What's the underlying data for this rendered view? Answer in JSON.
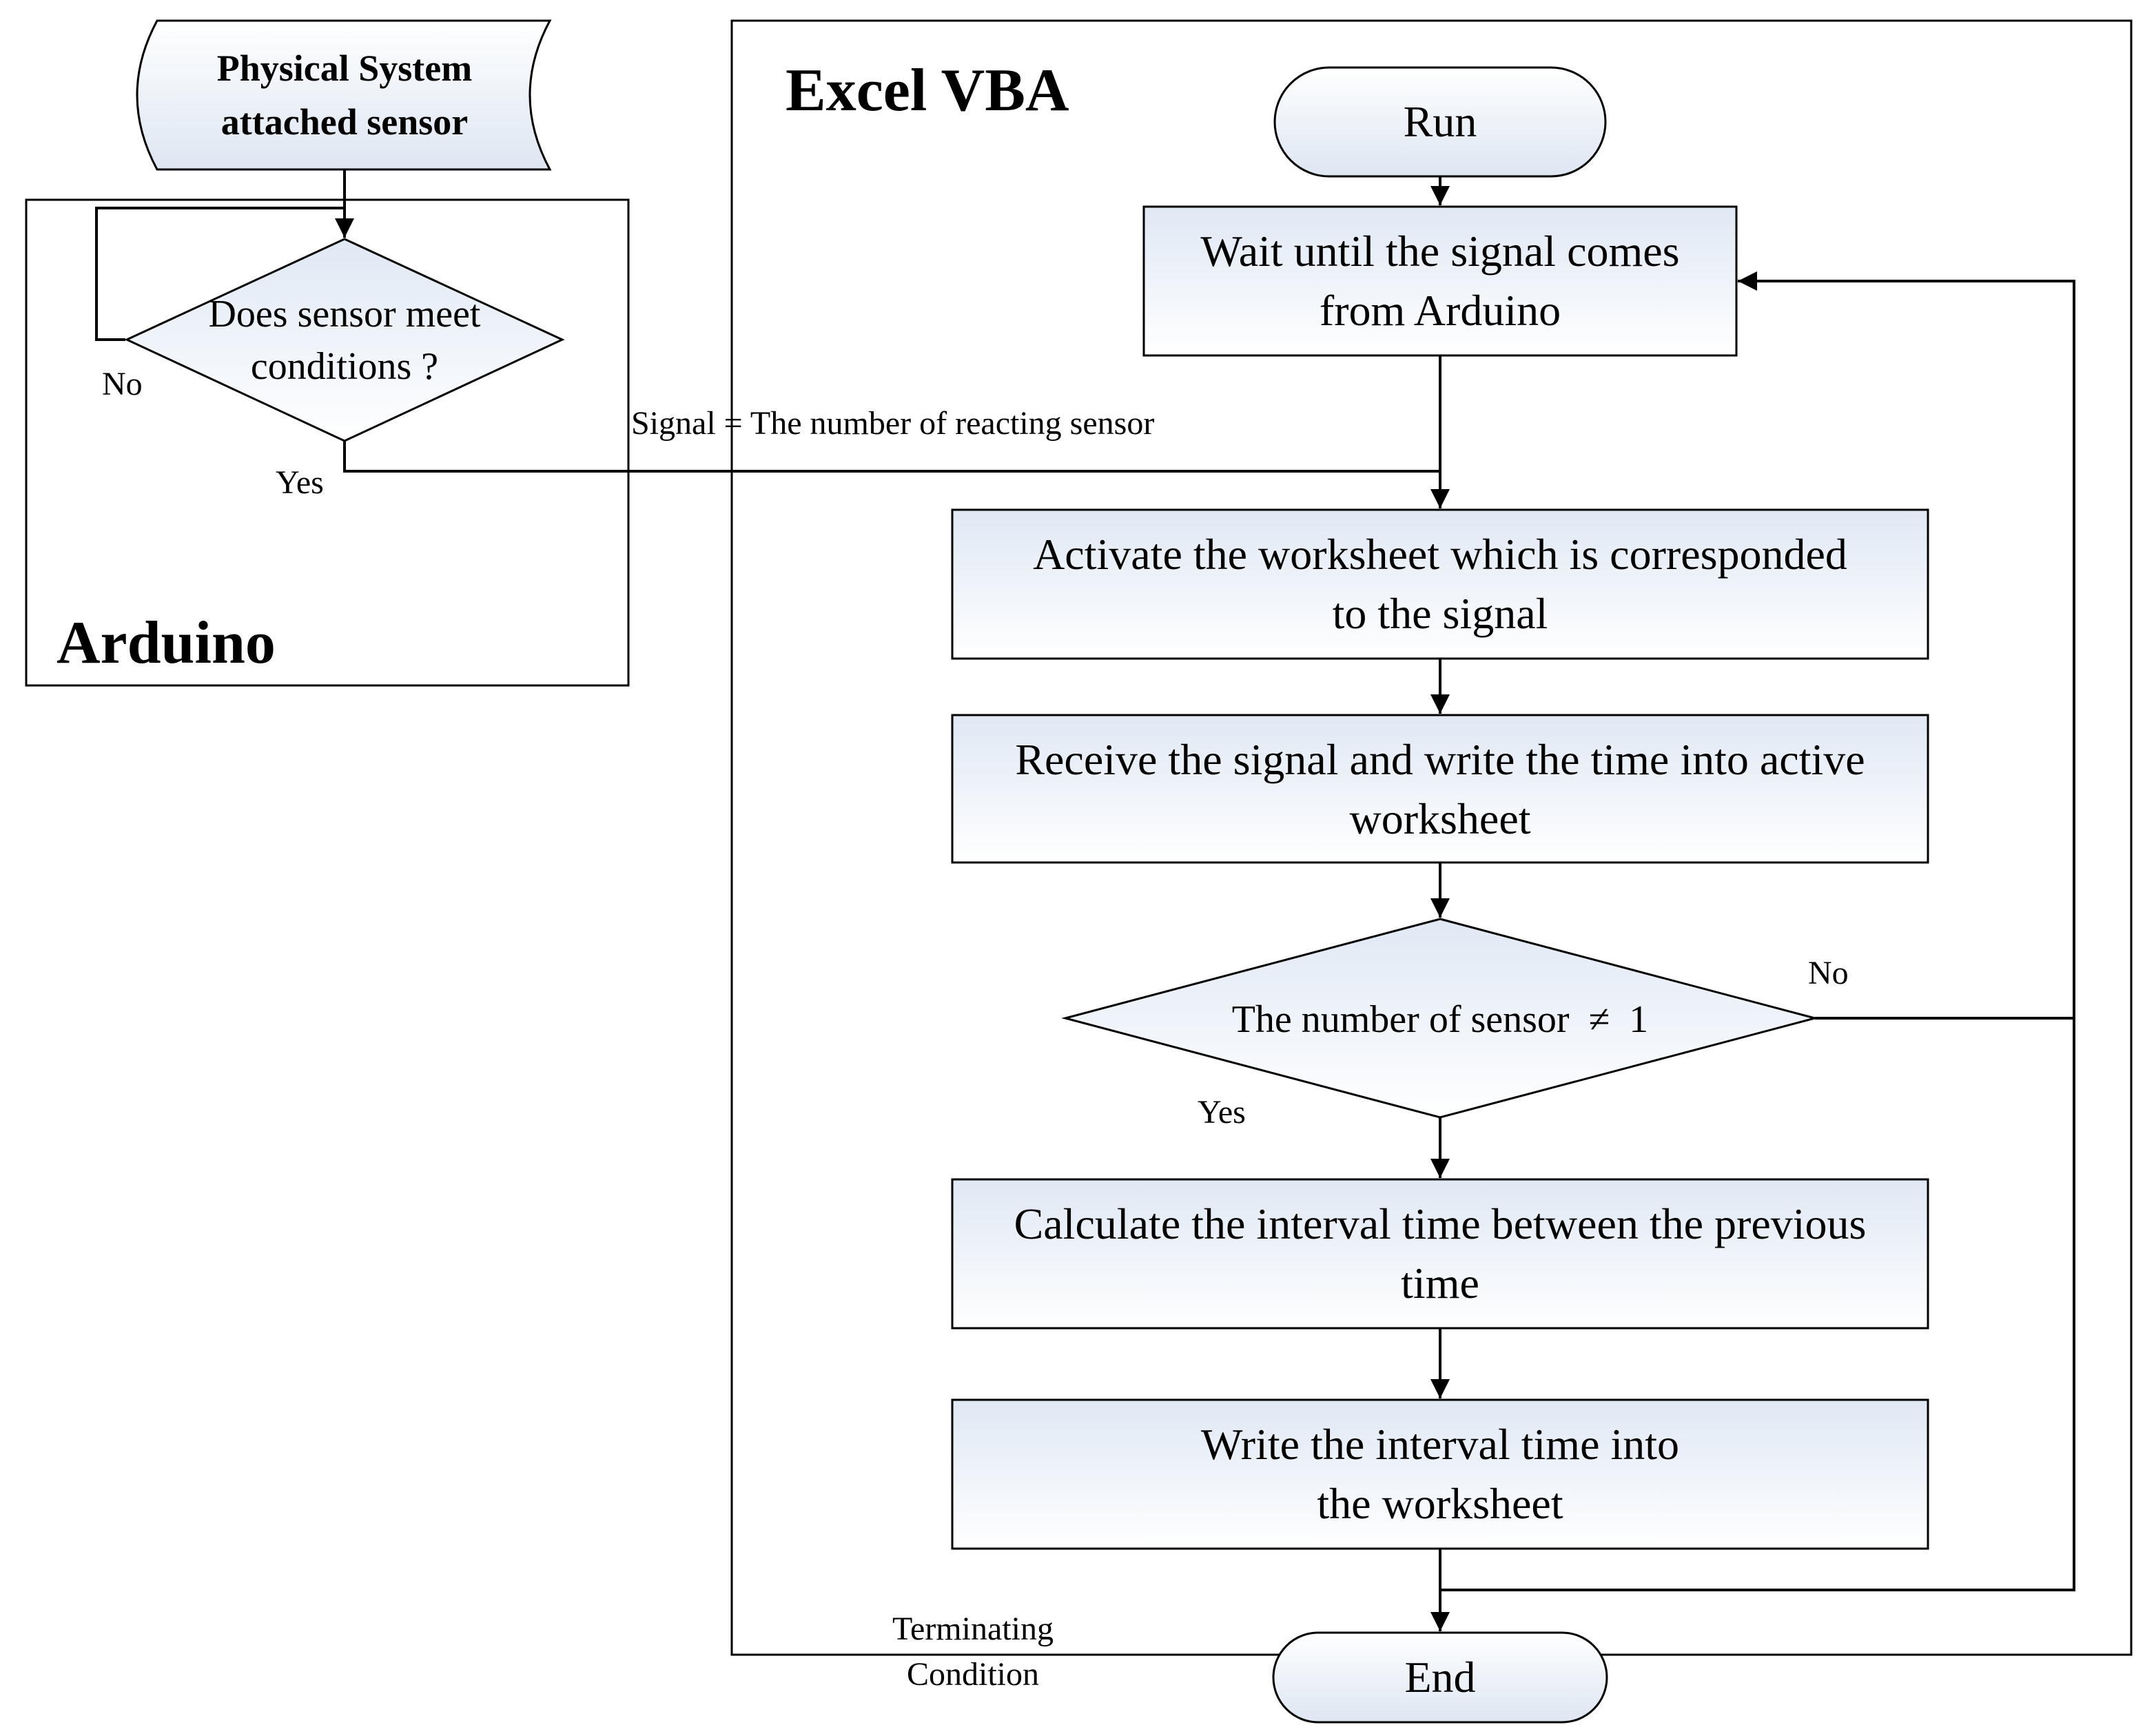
{
  "physical": {
    "line1": "Physical System",
    "line2": "attached sensor"
  },
  "arduino": {
    "title": "Arduino",
    "decision_line1": "Does sensor meet",
    "decision_line2": "conditions ?",
    "no_label": "No",
    "yes_label": "Yes"
  },
  "signal_label": "Signal = The number of reacting sensor",
  "excel": {
    "title": "Excel VBA",
    "run": "Run",
    "wait_line1": "Wait until the signal comes",
    "wait_line2": "from Arduino",
    "activate_line1": "Activate the worksheet which is corresponded",
    "activate_line2": "to the signal",
    "receive_line1": "Receive the signal and write the time into active",
    "receive_line2": "worksheet",
    "decision": "The number of sensor  ≠  1",
    "no_label": "No",
    "yes_label": "Yes",
    "calc_line1": "Calculate the interval time between the previous",
    "calc_line2": "time",
    "write_line1": "Write the interval time into",
    "write_line2": "the worksheet",
    "terminating_line1": "Terminating",
    "terminating_line2": "Condition",
    "end": "End"
  }
}
